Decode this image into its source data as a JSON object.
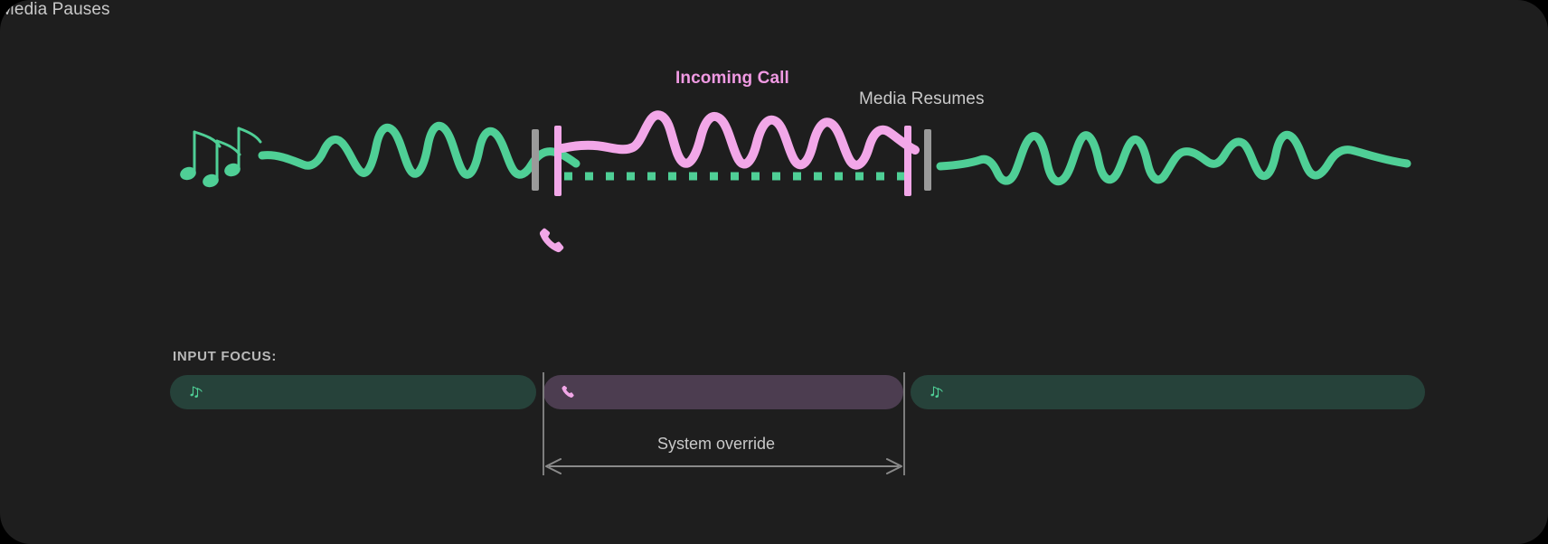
{
  "theme": {
    "page_bg": "#000000",
    "card_bg": "#1e1e1e",
    "media_accent": "#4fcf96",
    "call_accent": "#f2a7e8",
    "marker_gray": "#9a9a9a",
    "text_primary": "#c9c9c9",
    "text_muted": "#b9b9b9",
    "bar_media_bg": "#26423a",
    "bar_call_bg": "#4c3d50"
  },
  "timeline": {
    "labels": {
      "media_pauses": "Media Pauses",
      "incoming_call": "Incoming Call",
      "media_resumes": "Media Resumes"
    },
    "icons": {
      "music": "music-notes-icon",
      "phone": "phone-handset-icon"
    },
    "segments": [
      {
        "name": "media-playing-before",
        "accent": "#4fcf96",
        "style": "waveform"
      },
      {
        "name": "call-active",
        "accent": "#f2a7e8",
        "style": "waveform-over-dotted-media"
      },
      {
        "name": "media-playing-after",
        "accent": "#4fcf96",
        "style": "waveform"
      }
    ]
  },
  "input_focus": {
    "title": "INPUT FOCUS:",
    "bars": [
      {
        "name": "media-focus-before",
        "owner": "media",
        "icon": "music-notes-icon",
        "color": "#26423a"
      },
      {
        "name": "call-focus",
        "owner": "call",
        "icon": "phone-handset-icon",
        "color": "#4c3d50"
      },
      {
        "name": "media-focus-after",
        "owner": "media",
        "icon": "music-notes-icon",
        "color": "#26423a"
      }
    ],
    "override_label": "System override"
  }
}
